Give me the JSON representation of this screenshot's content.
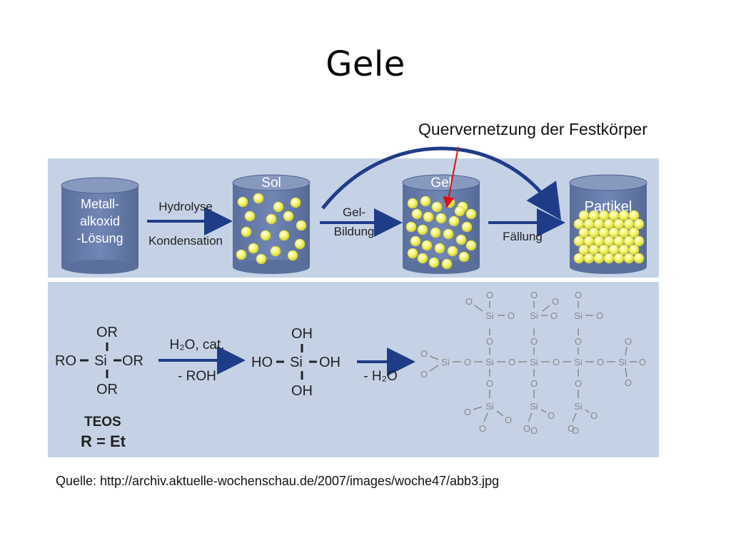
{
  "slide": {
    "title": "Gele",
    "annotation": "Quervernetzung der Festkörper",
    "source": "Quelle: http://archiv.aktuelle-wochenschau.de/2007/images/woche47/abb3.jpg"
  },
  "process": {
    "container_labels": {
      "start": [
        "Metall-",
        "alkoxid",
        "-Lösung"
      ],
      "sol": "Sol",
      "gel": "Gel",
      "particle": "Partikel"
    },
    "step1": {
      "top": "Hydrolyse",
      "bottom": "Kondensation"
    },
    "step2": {
      "top": "Gel-",
      "bottom": "Bildung"
    },
    "step3": {
      "label": "Fällung"
    }
  },
  "chemistry": {
    "teos": {
      "top": "OR",
      "left": "RO",
      "center": "Si",
      "right": "OR",
      "bottom": "OR"
    },
    "silanol": {
      "top": "OH",
      "left": "HO",
      "center": "Si",
      "right": "OH",
      "bottom": "OH"
    },
    "reaction1": {
      "top": "H₂O, cat.",
      "bottom": "- ROH"
    },
    "reaction2": {
      "label": "- H₂O"
    },
    "teos_name": "TEOS",
    "teos_def": "R = Et",
    "network": {
      "si": "Si",
      "o": "O"
    }
  },
  "colors": {
    "panel_bg": "#c5d2e6",
    "container_fill": "#6479a6",
    "container_top": "#8899c0",
    "arrow": "#1f3c88",
    "particle": "#f4f46a",
    "network_text": "#8a8a8a",
    "annotation_arrow": "#e01010"
  }
}
